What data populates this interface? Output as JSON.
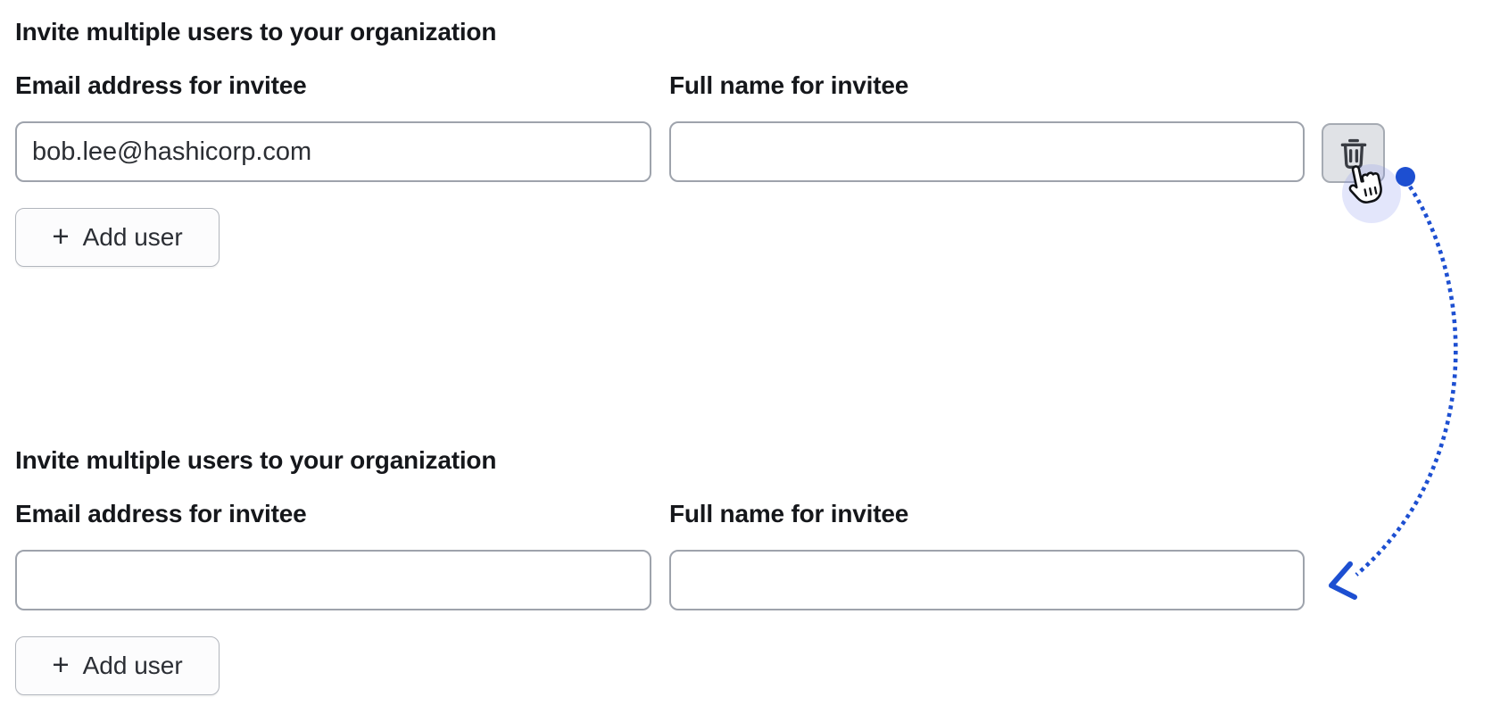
{
  "sections": [
    {
      "heading": "Invite multiple users to your organization",
      "email_label": "Email address for invitee",
      "name_label": "Full name for invitee",
      "email_value": "bob.lee@hashicorp.com",
      "name_value": "",
      "add_button_label": "Add user",
      "has_delete_button": true
    },
    {
      "heading": "Invite multiple users to your organization",
      "email_label": "Email address for invitee",
      "name_label": "Full name for invitee",
      "email_value": "",
      "name_value": "",
      "add_button_label": "Add user",
      "has_delete_button": false
    }
  ],
  "icons": {
    "plus": "+",
    "trash": "trash-icon",
    "hand_cursor": "hand-pointer-cursor"
  },
  "colors": {
    "page_bg": "#ffffff",
    "text": "#15171b",
    "input_border": "#9ea3ac",
    "button_border": "#b2b6bd",
    "button_bg": "#fcfcfd",
    "trash_bg": "#e0e2e6",
    "trash_border": "#a6abb3",
    "arrow": "#1d4fd1",
    "halo": "rgba(127,140,235,0.22)"
  }
}
